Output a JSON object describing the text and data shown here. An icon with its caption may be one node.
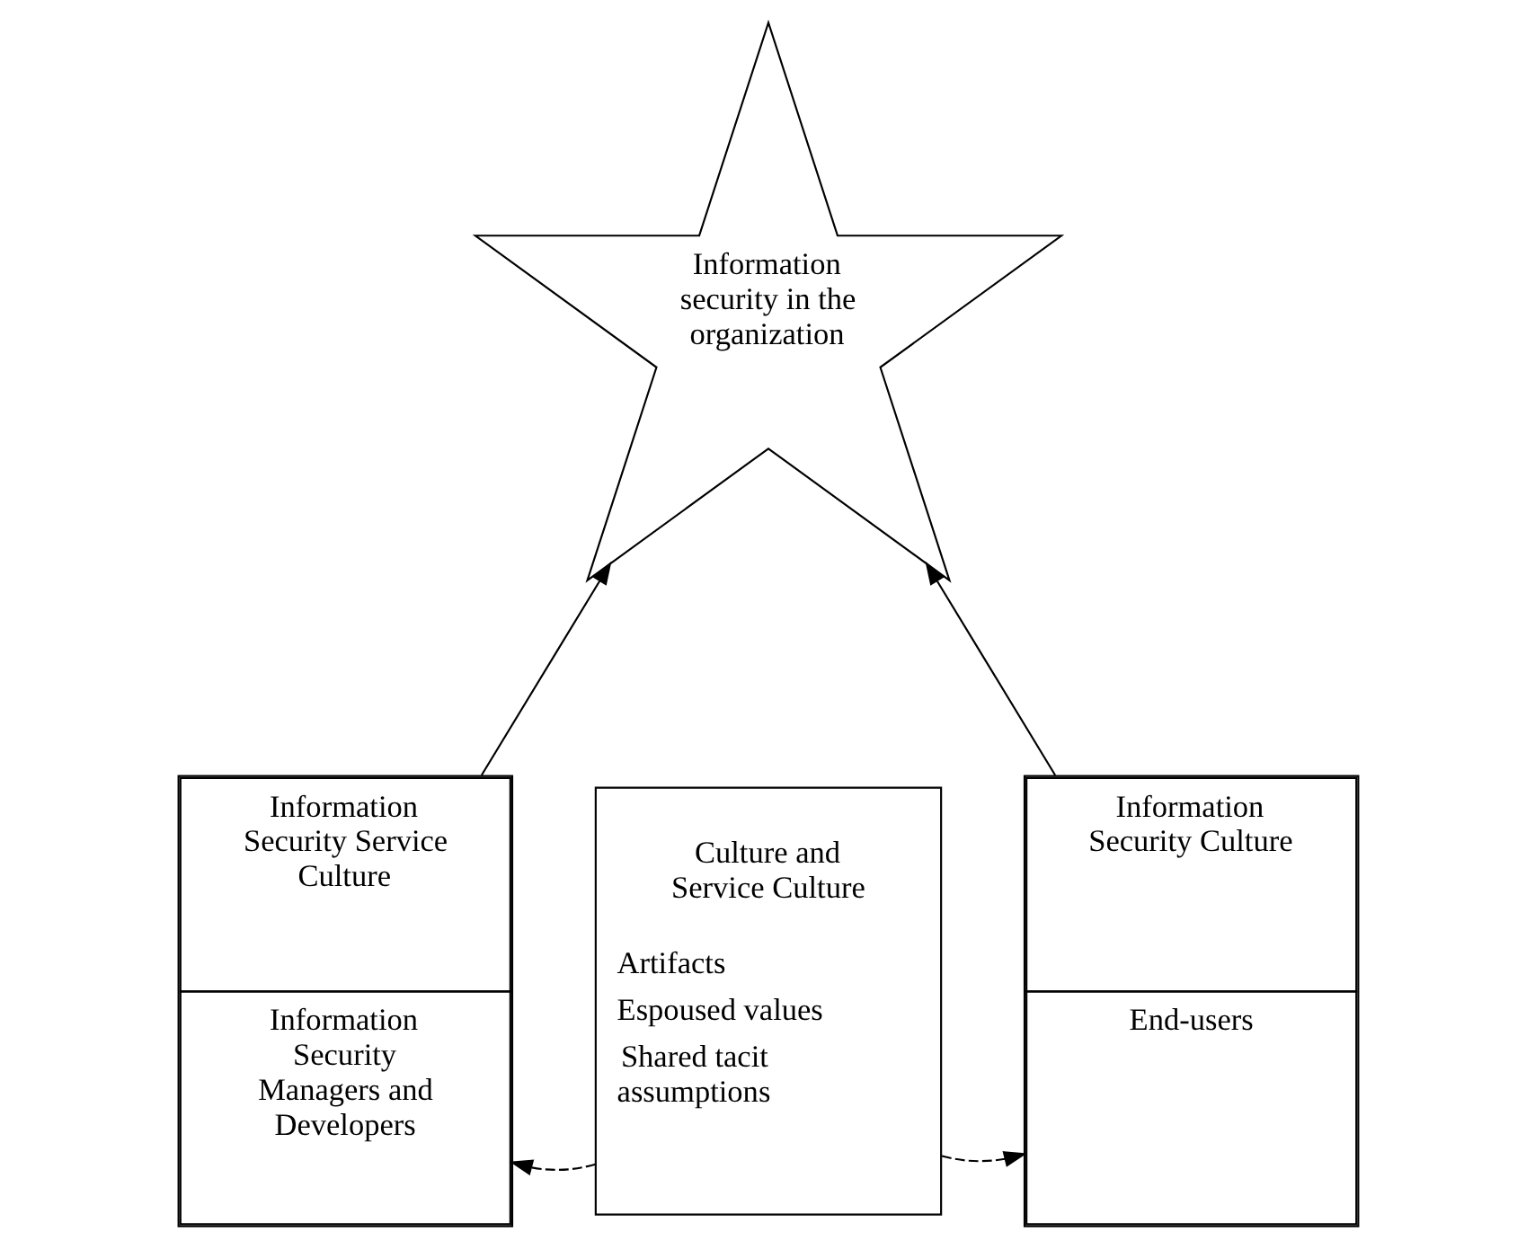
{
  "diagram": {
    "nodes": [
      {
        "text": [
          "Information security in the organization"
        ]
      },
      {
        "text": [
          "Information Security Service Culture",
          "Information Security Managers and Developers"
        ]
      },
      {
        "text": [
          "Culture and Service Culture",
          "Artifacts",
          "Espoused values",
          "Shared tacit assumptions"
        ]
      },
      {
        "text": [
          "Information Security Culture",
          "End-users"
        ]
      }
    ],
    "edges": [
      {
        "from": 1,
        "to": 0,
        "arrow": "to"
      },
      {
        "from": 3,
        "to": 0,
        "arrow": "to"
      },
      {
        "from": 2,
        "to": 1,
        "arrow": "to",
        "style": "dashed"
      },
      {
        "from": 2,
        "to": 3,
        "arrow": "to",
        "style": "dashed"
      }
    ]
  }
}
